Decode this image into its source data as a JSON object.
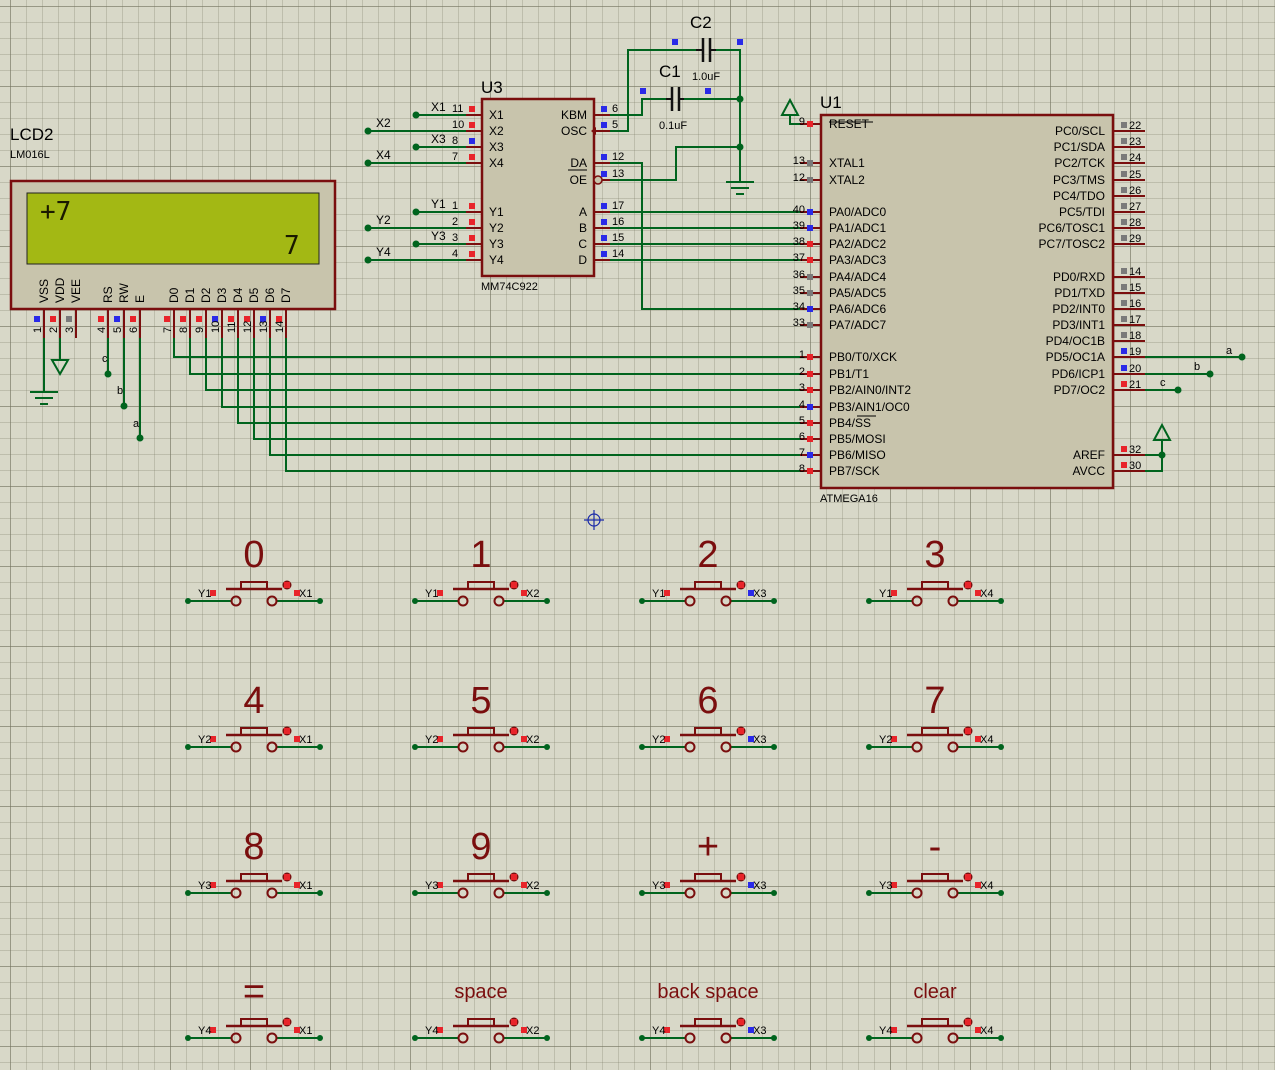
{
  "lcd": {
    "ref": "LCD2",
    "part": "LM016L",
    "line1": "+7",
    "line2": "7",
    "screen_color": "#a3b814",
    "pin_labels": [
      "VSS",
      "VDD",
      "VEE",
      "RS",
      "RW",
      "E",
      "D0",
      "D1",
      "D2",
      "D3",
      "D4",
      "D5",
      "D6",
      "D7"
    ],
    "pin_numbers": [
      "1",
      "2",
      "3",
      "4",
      "5",
      "6",
      "7",
      "8",
      "9",
      "10",
      "11",
      "12",
      "13",
      "14"
    ]
  },
  "u3": {
    "ref": "U3",
    "part": "MM74C922",
    "left_pins": [
      {
        "num": "11",
        "label": "X1",
        "net": "X1"
      },
      {
        "num": "10",
        "label": "X2",
        "net": "X2"
      },
      {
        "num": "8",
        "label": "X3",
        "net": "X3"
      },
      {
        "num": "7",
        "label": "X4",
        "net": "X4"
      },
      {
        "num": "1",
        "label": "Y1",
        "net": "Y1"
      },
      {
        "num": "2",
        "label": "Y2",
        "net": "Y2"
      },
      {
        "num": "3",
        "label": "Y3",
        "net": "Y3"
      },
      {
        "num": "4",
        "label": "Y4",
        "net": "Y4"
      }
    ],
    "right_pins": [
      {
        "num": "6",
        "label": "KBM"
      },
      {
        "num": "5",
        "label": "OSC"
      },
      {
        "num": "12",
        "label": "DA"
      },
      {
        "num": "13",
        "label": "OE"
      },
      {
        "num": "17",
        "label": "A"
      },
      {
        "num": "16",
        "label": "B"
      },
      {
        "num": "15",
        "label": "C"
      },
      {
        "num": "14",
        "label": "D"
      }
    ]
  },
  "caps": [
    {
      "ref": "C2",
      "value": "1.0uF"
    },
    {
      "ref": "C1",
      "value": "0.1uF"
    }
  ],
  "u1": {
    "ref": "U1",
    "part": "ATMEGA16",
    "left_pins": [
      {
        "num": "9",
        "label": "RESET"
      },
      {
        "num": "13",
        "label": "XTAL1"
      },
      {
        "num": "12",
        "label": "XTAL2"
      },
      {
        "num": "40",
        "label": "PA0/ADC0"
      },
      {
        "num": "39",
        "label": "PA1/ADC1"
      },
      {
        "num": "38",
        "label": "PA2/ADC2"
      },
      {
        "num": "37",
        "label": "PA3/ADC3"
      },
      {
        "num": "36",
        "label": "PA4/ADC4"
      },
      {
        "num": "35",
        "label": "PA5/ADC5"
      },
      {
        "num": "34",
        "label": "PA6/ADC6"
      },
      {
        "num": "33",
        "label": "PA7/ADC7"
      },
      {
        "num": "1",
        "label": "PB0/T0/XCK"
      },
      {
        "num": "2",
        "label": "PB1/T1"
      },
      {
        "num": "3",
        "label": "PB2/AIN0/INT2"
      },
      {
        "num": "4",
        "label": "PB3/AIN1/OC0"
      },
      {
        "num": "5",
        "label": "PB4/SS"
      },
      {
        "num": "6",
        "label": "PB5/MOSI"
      },
      {
        "num": "7",
        "label": "PB6/MISO"
      },
      {
        "num": "8",
        "label": "PB7/SCK"
      }
    ],
    "right_pins": [
      {
        "num": "22",
        "label": "PC0/SCL"
      },
      {
        "num": "23",
        "label": "PC1/SDA"
      },
      {
        "num": "24",
        "label": "PC2/TCK"
      },
      {
        "num": "25",
        "label": "PC3/TMS"
      },
      {
        "num": "26",
        "label": "PC4/TDO"
      },
      {
        "num": "27",
        "label": "PC5/TDI"
      },
      {
        "num": "28",
        "label": "PC6/TOSC1"
      },
      {
        "num": "29",
        "label": "PC7/TOSC2"
      },
      {
        "num": "14",
        "label": "PD0/RXD"
      },
      {
        "num": "15",
        "label": "PD1/TXD"
      },
      {
        "num": "16",
        "label": "PD2/INT0"
      },
      {
        "num": "17",
        "label": "PD3/INT1"
      },
      {
        "num": "18",
        "label": "PD4/OC1B"
      },
      {
        "num": "19",
        "label": "PD5/OC1A"
      },
      {
        "num": "20",
        "label": "PD6/ICP1"
      },
      {
        "num": "21",
        "label": "PD7/OC2"
      },
      {
        "num": "32",
        "label": "AREF"
      },
      {
        "num": "30",
        "label": "AVCC"
      }
    ]
  },
  "net_labels": {
    "a": "a",
    "b": "b",
    "c": "c"
  },
  "buttons": [
    {
      "label": "0",
      "row": "Y1",
      "col": "X1"
    },
    {
      "label": "1",
      "row": "Y1",
      "col": "X2"
    },
    {
      "label": "2",
      "row": "Y1",
      "col": "X3"
    },
    {
      "label": "3",
      "row": "Y1",
      "col": "X4"
    },
    {
      "label": "4",
      "row": "Y2",
      "col": "X1"
    },
    {
      "label": "5",
      "row": "Y2",
      "col": "X2"
    },
    {
      "label": "6",
      "row": "Y2",
      "col": "X3"
    },
    {
      "label": "7",
      "row": "Y2",
      "col": "X4"
    },
    {
      "label": "8",
      "row": "Y3",
      "col": "X1"
    },
    {
      "label": "9",
      "row": "Y3",
      "col": "X2"
    },
    {
      "label": "+",
      "row": "Y3",
      "col": "X3"
    },
    {
      "label": "-",
      "row": "Y3",
      "col": "X4"
    },
    {
      "label": "=",
      "row": "Y4",
      "col": "X1"
    },
    {
      "label": "space",
      "row": "Y4",
      "col": "X2"
    },
    {
      "label": "back space",
      "row": "Y4",
      "col": "X3"
    },
    {
      "label": "clear",
      "row": "Y4",
      "col": "X4"
    }
  ],
  "colors": {
    "wire": "#00641e",
    "component": "#7a0e0e",
    "chip_fill": "#c8c4ac",
    "pin_marker_red": "#e8242a",
    "pin_marker_blue": "#2a2ae8"
  }
}
